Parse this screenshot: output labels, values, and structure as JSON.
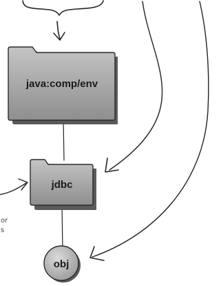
{
  "nodes": {
    "env_folder": {
      "label": "java:comp/env",
      "shape": "folder"
    },
    "jdbc_folder": {
      "label": "jdbc",
      "shape": "folder"
    },
    "obj_node": {
      "label": "obj",
      "shape": "circle"
    }
  },
  "side_note": {
    "lines": [
      "or",
      "s"
    ]
  },
  "colors": {
    "folder_fill": "#a8a8a8",
    "folder_shadow": "#5a5a5a",
    "ink": "#222222",
    "note_ink": "#444444"
  }
}
